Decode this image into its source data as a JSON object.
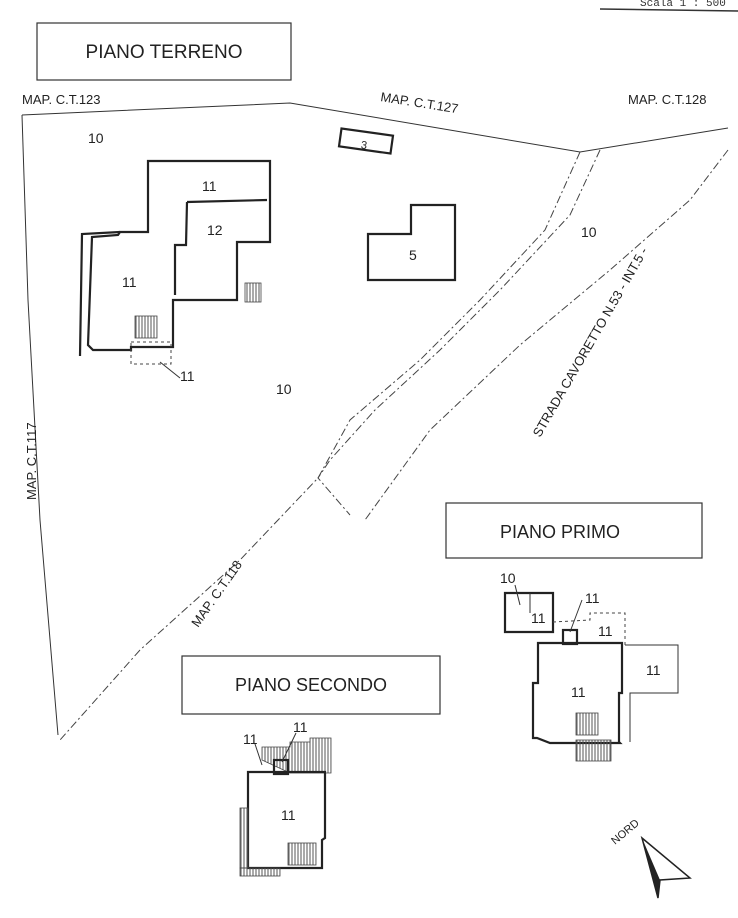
{
  "scale_text": "Scala 1 : 500",
  "floors": {
    "ground": "PIANO TERRENO",
    "first": "PIANO PRIMO",
    "second": "PIANO SECONDO"
  },
  "parcels": {
    "ct123": "MAP. C.T.123",
    "ct127": "MAP. C.T.127",
    "ct128": "MAP. C.T.128",
    "ct117": "MAP. C.T.117",
    "ct118": "MAP. C.T.118"
  },
  "street": "STRADA CAVORETTO N.53 - INT.5 -",
  "north": "NORD",
  "ground_labels": [
    "10",
    "11",
    "12",
    "11",
    "11",
    "3",
    "5",
    "10",
    "10"
  ],
  "first_labels": [
    "10",
    "11",
    "11",
    "11",
    "11",
    "11"
  ],
  "second_labels": [
    "11",
    "11",
    "11"
  ]
}
